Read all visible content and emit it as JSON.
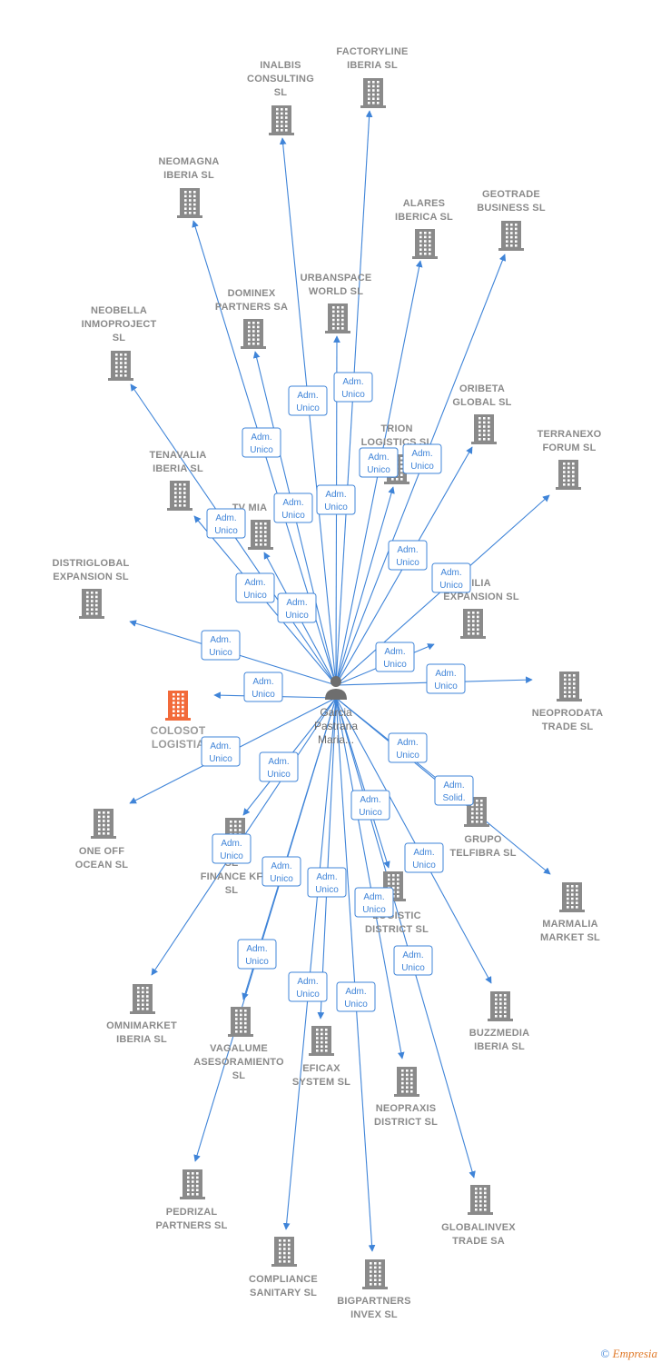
{
  "center": {
    "name_lines": [
      "Garcia",
      "Pastrana",
      "Maria..."
    ],
    "icon": "person-icon"
  },
  "colors": {
    "edge": "#3f84d8",
    "building": "#8a8a8a",
    "highlight": "#f26a3a"
  },
  "nodes": [
    {
      "id": "factoryline",
      "lines": [
        "FACTORYLINE",
        "IBERIA SL"
      ],
      "icon": "building-icon"
    },
    {
      "id": "inalbis",
      "lines": [
        "INALBIS",
        "CONSULTING",
        "SL"
      ],
      "icon": "building-icon"
    },
    {
      "id": "neomagna",
      "lines": [
        "NEOMAGNA",
        "IBERIA SL"
      ],
      "icon": "building-icon"
    },
    {
      "id": "alares",
      "lines": [
        "ALARES",
        "IBERICA SL"
      ],
      "icon": "building-icon"
    },
    {
      "id": "geotrade",
      "lines": [
        "GEOTRADE",
        "BUSINESS SL"
      ],
      "icon": "building-icon"
    },
    {
      "id": "urbanspace",
      "lines": [
        "URBANSPACE",
        "WORLD SL"
      ],
      "icon": "building-icon"
    },
    {
      "id": "dominex",
      "lines": [
        "DOMINEX",
        "PARTNERS SA"
      ],
      "icon": "building-icon"
    },
    {
      "id": "neobella",
      "lines": [
        "NEOBELLA",
        "INMOPROJECT",
        "SL"
      ],
      "icon": "building-icon"
    },
    {
      "id": "oribeta",
      "lines": [
        "ORIBETA",
        "GLOBAL SL"
      ],
      "icon": "building-icon"
    },
    {
      "id": "trion",
      "lines": [
        "TRION",
        "LOGISTICS SL"
      ],
      "icon": "building-icon"
    },
    {
      "id": "terranexo",
      "lines": [
        "TERRANEXO",
        "FORUM SL"
      ],
      "icon": "building-icon"
    },
    {
      "id": "tenavalia",
      "lines": [
        "TENAVALIA",
        "IBERIA SL"
      ],
      "icon": "building-icon"
    },
    {
      "id": "tvmia",
      "lines": [
        "TV MIA"
      ],
      "icon": "building-icon"
    },
    {
      "id": "distriglobal",
      "lines": [
        "DISTRIGLOBAL",
        "EXPANSION SL"
      ],
      "icon": "building-icon"
    },
    {
      "id": "xilia",
      "lines": [
        "ILIA",
        "EXPANSION SL"
      ],
      "icon": "building-icon"
    },
    {
      "id": "colosot",
      "lines": [
        "COLOSOT",
        "LOGISTIA"
      ],
      "icon": "building-icon",
      "highlight": true
    },
    {
      "id": "neoprodata",
      "lines": [
        "NEOPRODATA",
        "TRADE SL"
      ],
      "icon": "building-icon"
    },
    {
      "id": "oneoff",
      "lines": [
        "ONE OFF",
        "OCEAN SL"
      ],
      "icon": "building-icon"
    },
    {
      "id": "grupotelfibra",
      "lines": [
        "GRUPO",
        "TELFIBRA SL"
      ],
      "icon": "building-icon"
    },
    {
      "id": "sefinance",
      "lines": [
        "SE",
        "FINANCE KF",
        "SL"
      ],
      "icon": "building-icon"
    },
    {
      "id": "marmalia",
      "lines": [
        "MARMALIA",
        "MARKET SL"
      ],
      "icon": "building-icon"
    },
    {
      "id": "prologistic",
      "lines": [
        "LOGISTIC",
        "DISTRICT SL"
      ],
      "icon": "building-icon"
    },
    {
      "id": "omnimarket",
      "lines": [
        "OMNIMARKET",
        "IBERIA SL"
      ],
      "icon": "building-icon"
    },
    {
      "id": "vagalume",
      "lines": [
        "VAGALUME",
        "ASESORAMIENTO",
        "SL"
      ],
      "icon": "building-icon"
    },
    {
      "id": "eficax",
      "lines": [
        "EFICAX",
        "SYSTEM SL"
      ],
      "icon": "building-icon"
    },
    {
      "id": "buzzmedia",
      "lines": [
        "BUZZMEDIA",
        "IBERIA SL"
      ],
      "icon": "building-icon"
    },
    {
      "id": "neopraxis",
      "lines": [
        "NEOPRAXIS",
        "DISTRICT SL"
      ],
      "icon": "building-icon"
    },
    {
      "id": "pedrizal",
      "lines": [
        "PEDRIZAL",
        "PARTNERS SL"
      ],
      "icon": "building-icon"
    },
    {
      "id": "globalinvex",
      "lines": [
        "GLOBALINVEX",
        "TRADE SA"
      ],
      "icon": "building-icon"
    },
    {
      "id": "compliance",
      "lines": [
        "COMPLIANCE",
        "SANITARY SL"
      ],
      "icon": "building-icon"
    },
    {
      "id": "bigpartners",
      "lines": [
        "BIGPARTNERS",
        "INVEX SL"
      ],
      "icon": "building-icon"
    }
  ],
  "edges": [
    {
      "to": "factoryline",
      "role": [
        "Adm.",
        "Unico"
      ]
    },
    {
      "to": "inalbis",
      "role": [
        "Adm.",
        "Unico"
      ]
    },
    {
      "to": "neomagna",
      "role": [
        "Adm.",
        "Unico"
      ]
    },
    {
      "to": "alares",
      "role": [
        "Adm.",
        "Unico"
      ]
    },
    {
      "to": "geotrade",
      "role": [
        "Adm.",
        "Unico"
      ]
    },
    {
      "to": "urbanspace",
      "role": [
        "Adm.",
        "Unico"
      ]
    },
    {
      "to": "dominex",
      "role": [
        "Adm.",
        "Unico"
      ]
    },
    {
      "to": "neobella",
      "role": [
        "Adm.",
        "Unico"
      ]
    },
    {
      "to": "oribeta",
      "role": [
        "Adm.",
        "Unico"
      ]
    },
    {
      "to": "trion",
      "role": [
        "Adm.",
        "Unico"
      ]
    },
    {
      "to": "terranexo",
      "role": [
        "Adm.",
        "Unico"
      ]
    },
    {
      "to": "tenavalia",
      "role": [
        "Adm.",
        "Unico"
      ]
    },
    {
      "to": "tvmia",
      "role": [
        "Adm.",
        "Unico"
      ]
    },
    {
      "to": "distriglobal",
      "role": [
        "Adm.",
        "Unico"
      ]
    },
    {
      "to": "xilia",
      "role": [
        "Adm.",
        "Unico"
      ]
    },
    {
      "to": "colosot",
      "role": [
        "Adm.",
        "Unico"
      ]
    },
    {
      "to": "neoprodata",
      "role": [
        "Adm.",
        "Unico"
      ]
    },
    {
      "to": "oneoff",
      "role": [
        "Adm.",
        "Unico"
      ]
    },
    {
      "to": "grupotelfibra",
      "role": [
        "Adm.",
        "Unico"
      ]
    },
    {
      "to": "sefinance",
      "role": [
        "Adm.",
        "Unico"
      ]
    },
    {
      "to": "marmalia",
      "role": [
        "Adm.",
        "Solid."
      ]
    },
    {
      "to": "prologistic",
      "role": [
        "Adm.",
        "Unico"
      ]
    },
    {
      "to": "omnimarket",
      "role": [
        "Adm.",
        "Unico"
      ]
    },
    {
      "to": "vagalume",
      "role": [
        "Adm.",
        "Unico"
      ]
    },
    {
      "to": "eficax",
      "role": [
        "Adm.",
        "Unico"
      ]
    },
    {
      "to": "buzzmedia",
      "role": [
        "Adm.",
        "Unico"
      ]
    },
    {
      "to": "neopraxis",
      "role": [
        "Adm.",
        "Unico"
      ]
    },
    {
      "to": "pedrizal",
      "role": [
        "Adm.",
        "Unico"
      ]
    },
    {
      "to": "globalinvex",
      "role": [
        "Adm.",
        "Unico"
      ]
    },
    {
      "to": "compliance",
      "role": [
        "Adm.",
        "Unico"
      ]
    },
    {
      "to": "bigpartners",
      "role": [
        "Adm.",
        "Unico"
      ]
    }
  ],
  "footer": {
    "copyright": "©",
    "brand": "Empresia"
  }
}
